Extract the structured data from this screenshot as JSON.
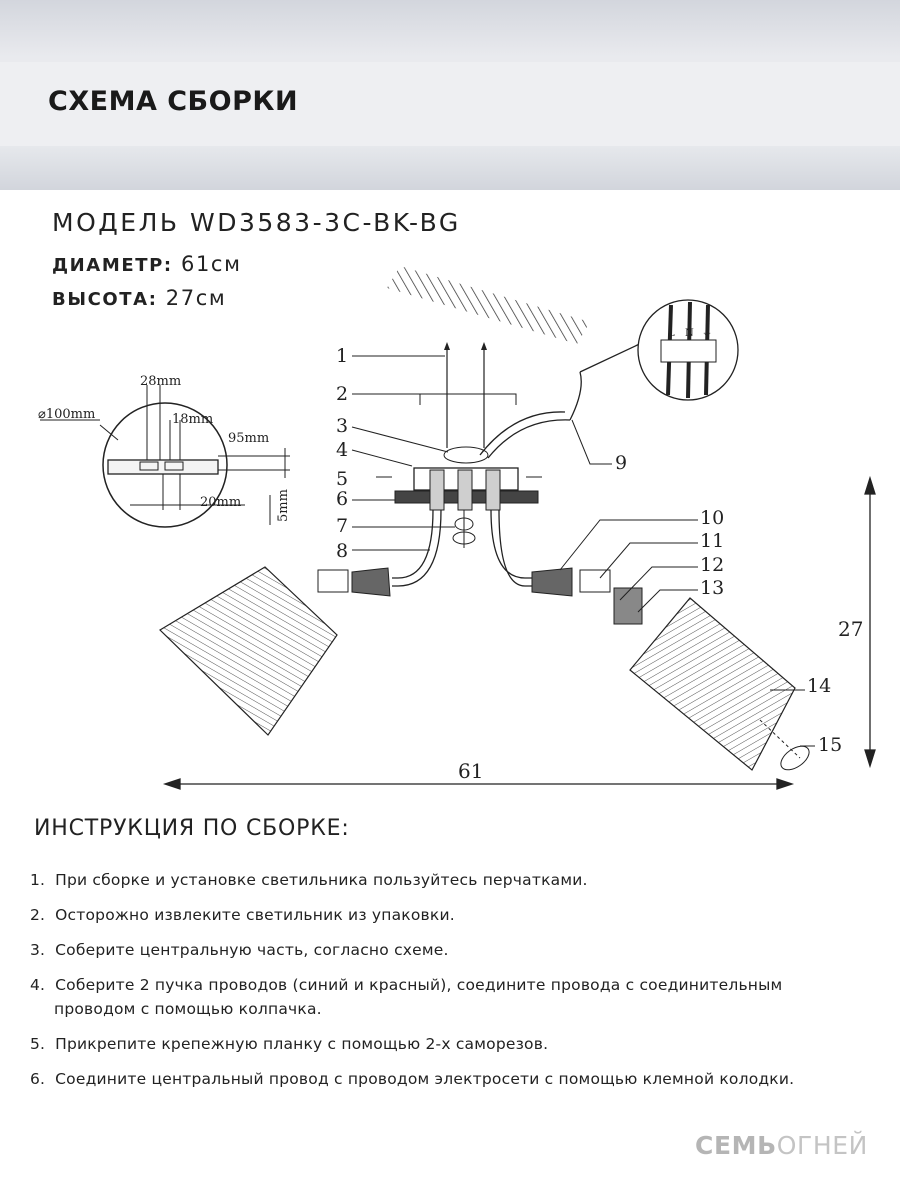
{
  "header": {
    "title": "СХЕМА СБОРКИ"
  },
  "specs": {
    "model": "МОДЕЛЬ WD3583-3C-BK-BG",
    "diameter_label": "ДИАМЕТР:",
    "diameter_value": "61см",
    "height_label": "ВЫСОТА:",
    "height_value": "27см"
  },
  "diagram": {
    "callouts": [
      "1",
      "2",
      "3",
      "4",
      "5",
      "6",
      "7",
      "8",
      "9",
      "10",
      "11",
      "12",
      "13",
      "14",
      "15"
    ],
    "detail_dims": [
      "⌀100mm",
      "28mm",
      "18mm",
      "95mm",
      "20mm",
      "5mm"
    ],
    "wire_terminal": [
      "L",
      "N",
      "⏚"
    ],
    "width_dim": "61",
    "height_dim": "27"
  },
  "instructions": {
    "title": "ИНСТРУКЦИЯ ПО СБОРКЕ:",
    "steps": [
      {
        "num": "1.",
        "text": "При сборке и установке светильника пользуйтесь перчатками."
      },
      {
        "num": "2.",
        "text": "Осторожно извлеките светильник из упаковки."
      },
      {
        "num": "3.",
        "text": "Соберите центральную часть, согласно схеме."
      },
      {
        "num": "4.",
        "text": "Соберите 2 пучка проводов (синий и красный), соедините провода с соединительным",
        "text2": "проводом с помощью колпачка."
      },
      {
        "num": "5.",
        "text": "Прикрепите крепежную планку с помощью 2-х саморезов."
      },
      {
        "num": "6.",
        "text": "Соедините центральный провод с проводом электросети с помощью клемной колодки."
      }
    ]
  },
  "brand": {
    "bold": "СЕМЬ",
    "thin": "ОГНЕЙ"
  }
}
